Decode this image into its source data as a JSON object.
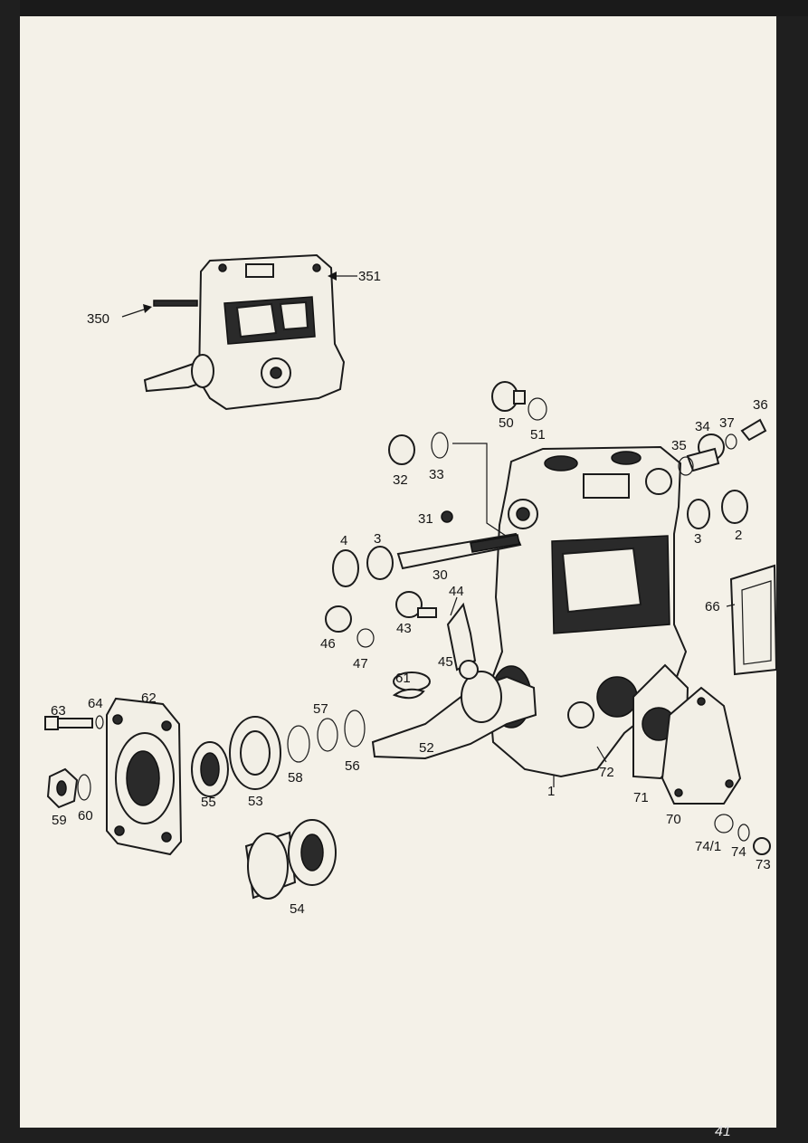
{
  "callouts": {
    "c350": "350",
    "c351": "351",
    "c50": "50",
    "c51": "51",
    "c36": "36",
    "c34": "34",
    "c37": "37",
    "c35": "35",
    "c32": "32",
    "c33": "33",
    "c31": "31",
    "c4": "4",
    "c3a": "3",
    "c3b": "3",
    "c2": "2",
    "c30": "30",
    "c44": "44",
    "c43": "43",
    "c45": "45",
    "c46": "46",
    "c47": "47",
    "c66": "66",
    "c61": "61",
    "c63": "63",
    "c64": "64",
    "c62": "62",
    "c57": "57",
    "c52": "52",
    "c58": "58",
    "c56": "56",
    "c55": "55",
    "c53": "53",
    "c59": "59",
    "c60": "60",
    "c1": "1",
    "c72": "72",
    "c71": "71",
    "c70": "70",
    "c741": "74/1",
    "c74": "74",
    "c73": "73",
    "c54": "54"
  },
  "page_mark": "41",
  "colors": {
    "paper": "#f4f1e8",
    "ink": "#151515",
    "frame": "#1a1a1a"
  }
}
